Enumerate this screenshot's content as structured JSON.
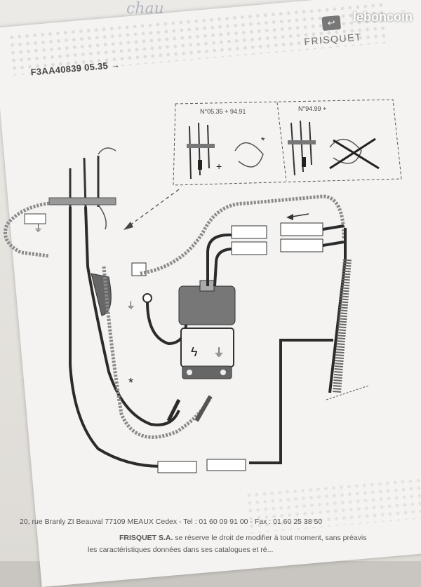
{
  "watermark": "leboncoin",
  "document": {
    "reference": "F3AA40839 05.35 →",
    "brand": "FRISQUET",
    "logo_glyph": "↩",
    "handwriting": "chau",
    "inset": {
      "left_label": "N°05.35 + 94.91",
      "right_label": "N°94.99 +",
      "plus_sign": "+",
      "star_sign": "*"
    },
    "diagram": {
      "star_marker": "*",
      "ground_symbol": "⏚",
      "lightning_symbol": "ϟ"
    },
    "footer": {
      "address_line": "20, rue Branly ZI Beauval 77109 MEAUX Cedex -  Tel : 01 60 09 91 00  -  Fax : 01 60 25 38 50",
      "company": "FRISQUET S.A.",
      "rights_line": " se réserve le droit de modifier à tout moment, sans préavis",
      "catalog_line": "les caractéristiques données dans ses catalogues et ré..."
    }
  },
  "colors": {
    "wire_dark": "#2b2b2b",
    "wire_braid": "#8a8a8a",
    "paper": "#f4f3f1"
  }
}
